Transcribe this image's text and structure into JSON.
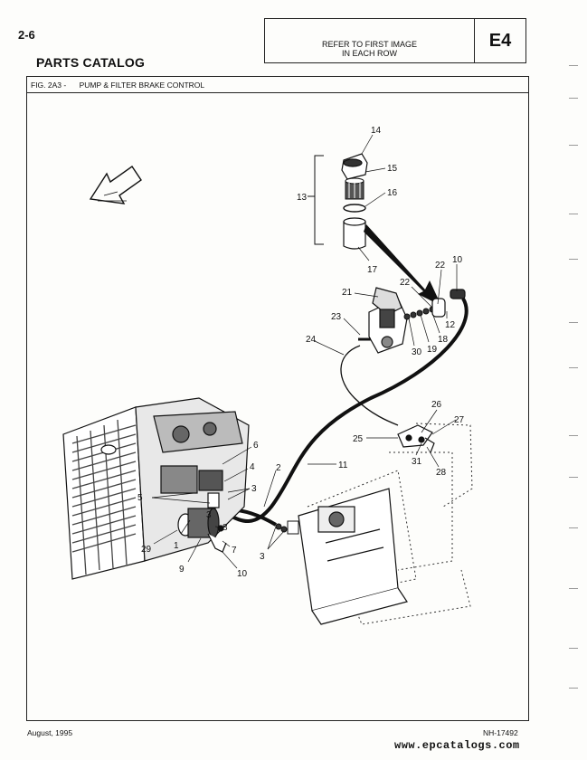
{
  "page": {
    "number": "2-6",
    "title": "PARTS CATALOG"
  },
  "reference_box": {
    "line1": "REFER TO FIRST IMAGE",
    "line2": "IN EACH ROW",
    "code": "E4"
  },
  "figure": {
    "id": "FIG. 2A3 -",
    "title": "PUMP & FILTER BRAKE CONTROL"
  },
  "callouts": [
    "14",
    "15",
    "16",
    "13",
    "17",
    "22",
    "10",
    "21",
    "22",
    "12",
    "23",
    "18",
    "19",
    "30",
    "24",
    "26",
    "27",
    "25",
    "31",
    "28",
    "6",
    "4",
    "2",
    "11",
    "3",
    "5",
    "3",
    "8",
    "29",
    "1",
    "7",
    "9",
    "10",
    "3"
  ],
  "footer": {
    "date": "August, 1995",
    "drawing_number": "NH-17492",
    "watermark": "www.epcatalogs.com"
  }
}
